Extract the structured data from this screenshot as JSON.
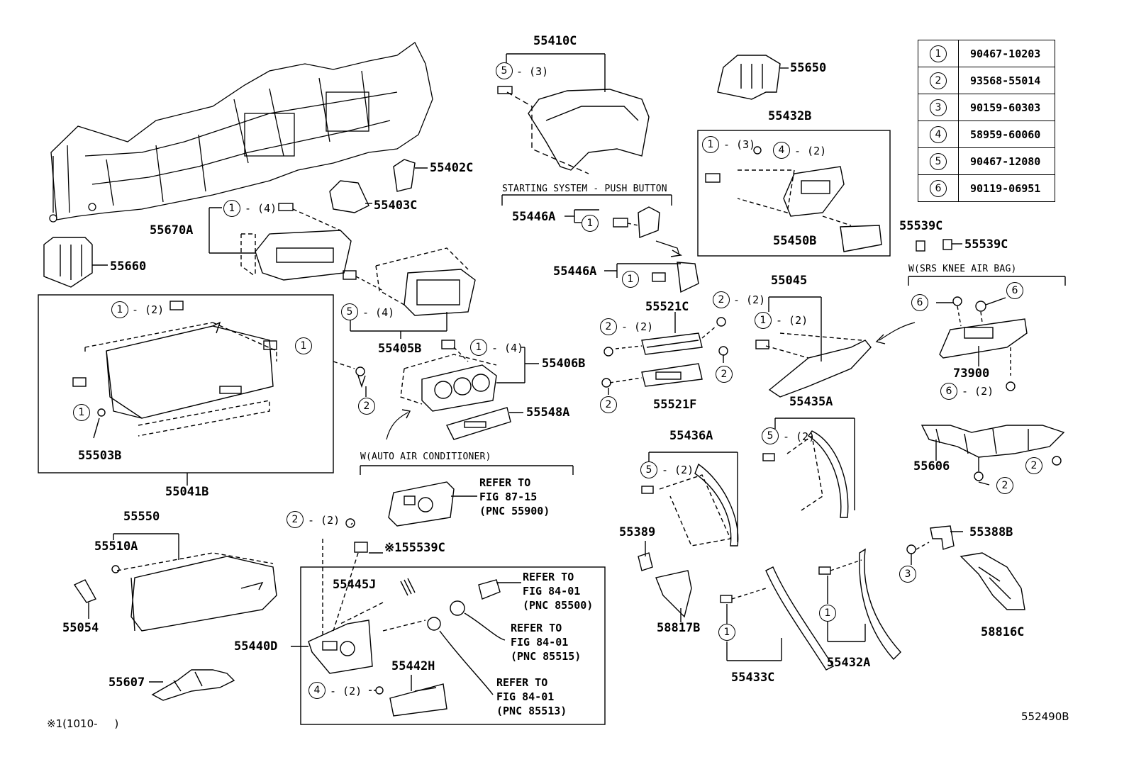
{
  "diagram_code": "552490B",
  "footnote": "※1(1010-     )",
  "legend": [
    {
      "key": "1",
      "part": "90467-10203"
    },
    {
      "key": "2",
      "part": "93568-55014"
    },
    {
      "key": "3",
      "part": "90159-60303"
    },
    {
      "key": "4",
      "part": "58959-60060"
    },
    {
      "key": "5",
      "part": "90467-12080"
    },
    {
      "key": "6",
      "part": "90119-06951"
    }
  ],
  "labels": {
    "p55410C": "55410C",
    "p55650": "55650",
    "p55432B": "55432B",
    "p55402C": "55402C",
    "p55403C": "55403C",
    "p55670A": "55670A",
    "p55660": "55660",
    "p55446A_1": "55446A",
    "p55446A_2": "55446A",
    "p55450B": "55450B",
    "p55539C_1": "55539C",
    "p55539C_2": "55539C",
    "p55045": "55045",
    "p55521C": "55521C",
    "p55405B": "55405B",
    "p55406B": "55406B",
    "p73900": "73900",
    "p55548A": "55548A",
    "p55521F": "55521F",
    "p55435A": "55435A",
    "p55503B": "55503B",
    "p55436A": "55436A",
    "p55606": "55606",
    "p55041B": "55041B",
    "p55550": "55550",
    "p55510A": "55510A",
    "p55389": "55389",
    "p55388B": "55388B",
    "p55539C_3": "※155539C",
    "p55445J": "55445J",
    "p55054": "55054",
    "p58817B": "58817B",
    "p58816C": "58816C",
    "p55440D": "55440D",
    "p55442H": "55442H",
    "p55432A": "55432A",
    "p55433C": "55433C",
    "p55607": "55607"
  },
  "notes": {
    "starting_system": "STARTING SYSTEM - PUSH BUTTON",
    "srs_knee": "W(SRS KNEE AIR BAG)",
    "auto_ac": "W(AUTO AIR CONDITIONER)"
  },
  "refs": {
    "r55900": "REFER TO\nFIG 87-15\n(PNC 55900)",
    "r85500": "REFER TO\nFIG 84-01\n(PNC 85500)",
    "r85515": "REFER TO\nFIG 84-01\n(PNC 85515)",
    "r85513": "REFER TO\nFIG 84-01\n(PNC 85513)"
  },
  "callouts": {
    "c5_3": {
      "n": "5",
      "q": "- (3)"
    },
    "c1_4a": {
      "n": "1",
      "q": "- (4)"
    },
    "c1_3": {
      "n": "1",
      "q": "- (3)"
    },
    "c4_2a": {
      "n": "4",
      "q": "- (2)"
    },
    "c1_a": {
      "n": "1"
    },
    "c1_b": {
      "n": "1"
    },
    "c1_2a": {
      "n": "1",
      "q": "- (2)"
    },
    "c1_c": {
      "n": "1"
    },
    "c5_4": {
      "n": "5",
      "q": "- (4)"
    },
    "c2_2a": {
      "n": "2",
      "q": "- (2)"
    },
    "c2_2b": {
      "n": "2",
      "q": "- (2)"
    },
    "c1_2b": {
      "n": "1",
      "q": "- (2)"
    },
    "c6_a": {
      "n": "6"
    },
    "c6_b": {
      "n": "6"
    },
    "c1_4b": {
      "n": "1",
      "q": "- (4)"
    },
    "c2_a": {
      "n": "2"
    },
    "c2_b": {
      "n": "2"
    },
    "c2_c": {
      "n": "2"
    },
    "c6_2": {
      "n": "6",
      "q": "- (2)"
    },
    "c1_d": {
      "n": "1"
    },
    "c5_2a": {
      "n": "5",
      "q": "- (2)"
    },
    "c5_2b": {
      "n": "5",
      "q": "- (2)"
    },
    "c2_d": {
      "n": "2"
    },
    "c2_e": {
      "n": "2"
    },
    "c2_2c": {
      "n": "2",
      "q": "- (2)"
    },
    "c3_a": {
      "n": "3"
    },
    "c1_e": {
      "n": "1"
    },
    "c1_f": {
      "n": "1"
    },
    "c4_2b": {
      "n": "4",
      "q": "- (2)"
    }
  }
}
